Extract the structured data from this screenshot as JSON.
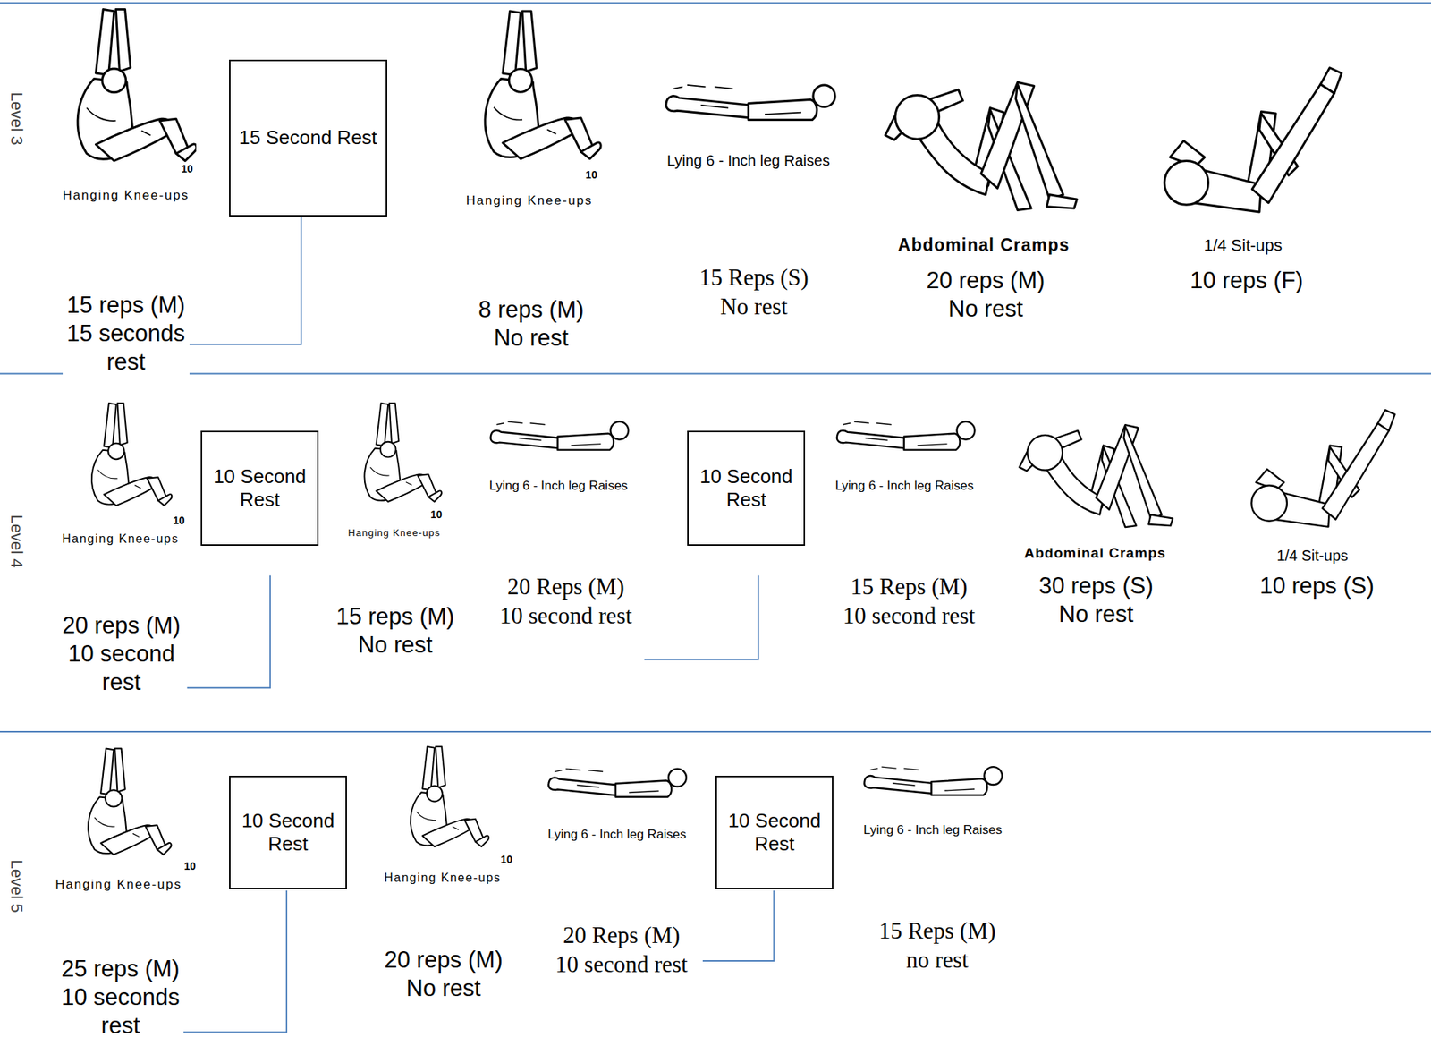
{
  "diagram": {
    "nodes": [
      {
        "text": [
          "15 Second Rest"
        ]
      },
      {
        "text": [
          "10 Second Rest"
        ]
      },
      {
        "text": [
          "10 Second Rest"
        ]
      },
      {
        "text": [
          "10 Second Rest"
        ]
      },
      {
        "text": [
          "10 Second Rest"
        ]
      }
    ],
    "labels": [
      "Level 3",
      "10",
      "Hanging Knee-ups",
      "15 reps (M) 15 seconds rest",
      "10",
      "Hanging Knee-ups",
      "8 reps (M) No rest",
      "Lying 6 - Inch leg Raises",
      "15 Reps (S) No rest",
      "Abdominal Cramps",
      "20 reps (M) No rest",
      "1/4 Sit-ups",
      "10 reps (F)",
      "Level 4",
      "10",
      "Hanging Knee-ups",
      "20 reps (M) 10 second rest",
      "10",
      "Hanging Knee-ups",
      "15 reps (M) No rest",
      "Lying 6 - Inch leg Raises",
      "20 Reps (M) 10 second rest",
      "Lying 6 - Inch leg Raises",
      "15 Reps (M) 10 second rest",
      "Abdominal Cramps",
      "30 reps (S) No rest",
      "1/4 Sit-ups",
      "10 reps (S)",
      "Level 5",
      "10",
      "Hanging Knee-ups",
      "25 reps (M) 10 seconds rest",
      "10",
      "Hanging Knee-ups",
      "20 reps (M) No rest",
      "Lying 6 - Inch leg Raises",
      "20 Reps (M) 10 second rest",
      "Lying 6 - Inch leg Raises",
      "15 Reps (M) no rest"
    ]
  }
}
